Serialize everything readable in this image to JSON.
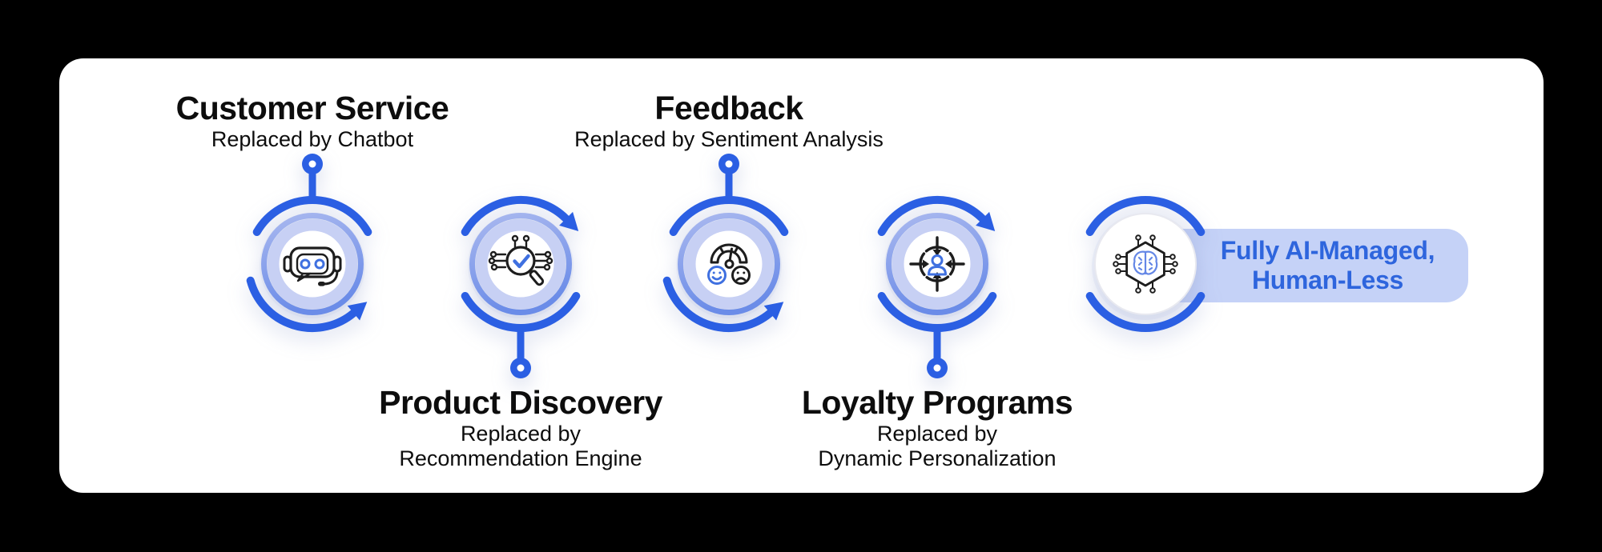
{
  "colors": {
    "background": "#000000",
    "card": "#ffffff",
    "arc_blue": "#2b5fe3",
    "ring_outer_light": "#a9b8ef",
    "ring_outer_dark": "#6b8ce8",
    "ring_lavender": "#c7d0f4",
    "icon_blue": "#3f70e0",
    "brain_blue": "#6487e6",
    "pill_bg": "#c5d2f7",
    "pill_text": "#2e65dd",
    "text_black": "#0d0d0d",
    "icon_black": "#1d1d1d"
  },
  "nodes": [
    {
      "id": "customer-service",
      "title": "Customer Service",
      "subtitle": "Replaced by Chatbot",
      "label_position": "above",
      "connector": "top",
      "arrow": "bottom-right",
      "icon": "chatbot-icon"
    },
    {
      "id": "product-discovery",
      "title": "Product Discovery",
      "subtitle": "Replaced by\nRecommendation Engine",
      "label_position": "below",
      "connector": "bottom",
      "arrow": "top-right",
      "icon": "recommendation-engine-icon"
    },
    {
      "id": "feedback",
      "title": "Feedback",
      "subtitle": "Replaced by Sentiment Analysis",
      "label_position": "above",
      "connector": "top",
      "arrow": "bottom-right",
      "icon": "sentiment-gauge-icon"
    },
    {
      "id": "loyalty-programs",
      "title": "Loyalty Programs",
      "subtitle": "Replaced by\nDynamic Personalization",
      "label_position": "below",
      "connector": "bottom",
      "arrow": "top-right",
      "icon": "personalization-target-icon"
    },
    {
      "id": "fully-ai-managed",
      "pill_label": "Fully AI-Managed,\nHuman-Less",
      "label_position": "right-pill",
      "connector": "none",
      "arrow": "none",
      "icon": "ai-brain-icon"
    }
  ]
}
